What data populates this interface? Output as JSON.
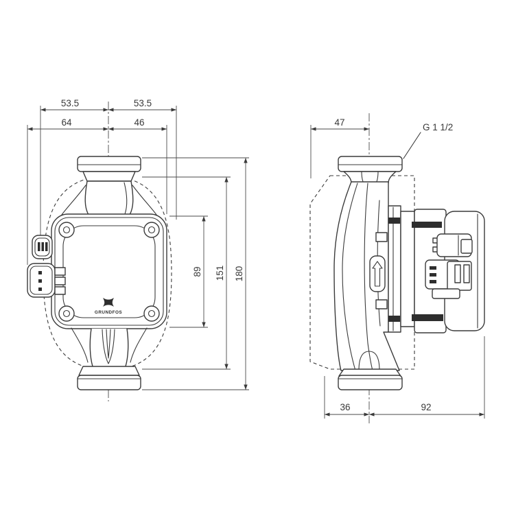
{
  "drawing": {
    "background_color": "#ffffff",
    "line_color": "#3a3a3a",
    "front_view": {
      "dimensions": {
        "top_outer_left": "53.5",
        "top_outer_right": "53.5",
        "top_inner_left": "64",
        "top_inner_right": "46",
        "height_control_box": "89",
        "height_inner": "151",
        "height_overall": "180"
      },
      "logo_text": "GRUNDFOS"
    },
    "side_view": {
      "dimensions": {
        "top_offset": "47",
        "bottom_left": "36",
        "bottom_right": "92"
      },
      "connection_thread_label": "G 1 1/2"
    }
  }
}
